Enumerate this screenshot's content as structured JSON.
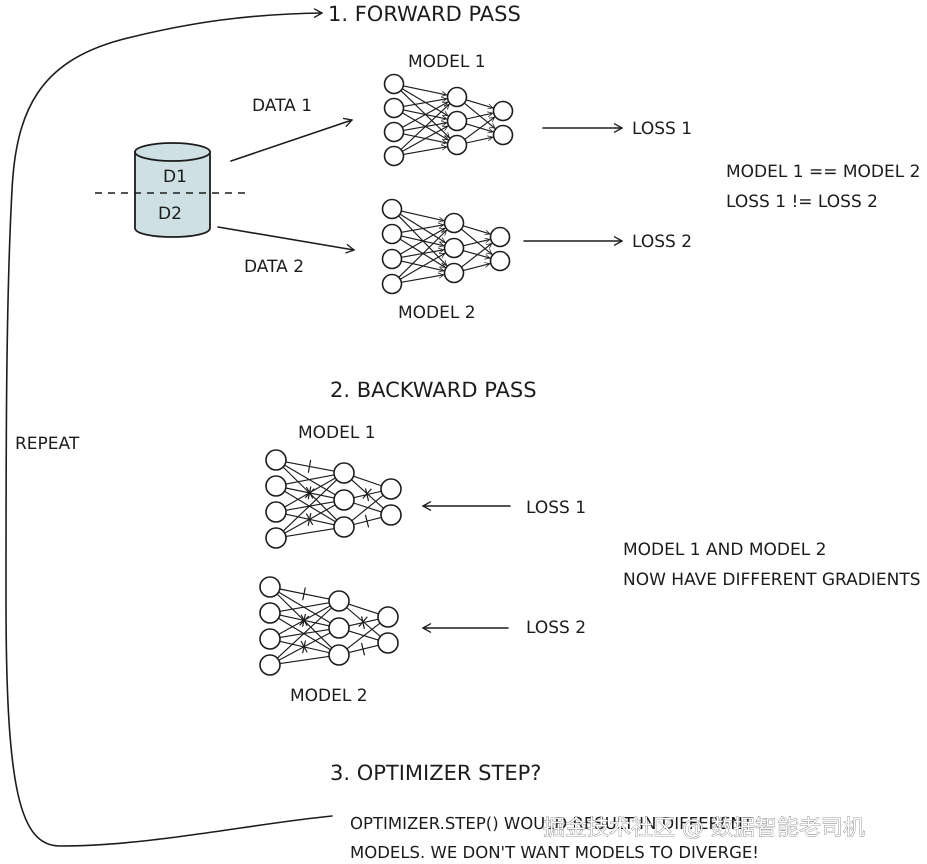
{
  "colors": {
    "ink": "#1c1c1c",
    "cylinder_fill": "#cfe0e4",
    "background": "#ffffff"
  },
  "sections": {
    "forward_title": "1. FORWARD PASS",
    "backward_title": "2. BACKWARD PASS",
    "optimizer_title": "3. OPTIMIZER STEP?"
  },
  "repeat_label": "REPEAT",
  "dataset": {
    "part1": "D1",
    "part2": "D2"
  },
  "forward": {
    "data1_label": "DATA 1",
    "data2_label": "DATA 2",
    "model1_label": "MODEL 1",
    "model2_label": "MODEL 2",
    "loss1_label": "LOSS 1",
    "loss2_label": "LOSS 2",
    "note_line1": "MODEL 1 == MODEL 2",
    "note_line2": "LOSS 1 != LOSS 2"
  },
  "backward": {
    "model1_label": "MODEL 1",
    "model2_label": "MODEL 2",
    "loss1_label": "LOSS 1",
    "loss2_label": "LOSS 2",
    "note_line1": "MODEL 1 AND MODEL 2",
    "note_line2": "NOW HAVE DIFFERENT GRADIENTS"
  },
  "optimizer": {
    "note_line1": "OPTIMIZER.STEP() WOULD RESULT IN DIFFERENT",
    "note_line2": "MODELS. WE DON'T WANT MODELS TO DIVERGE!"
  },
  "watermark": "掘金技术社区 @ 数据智能老司机"
}
